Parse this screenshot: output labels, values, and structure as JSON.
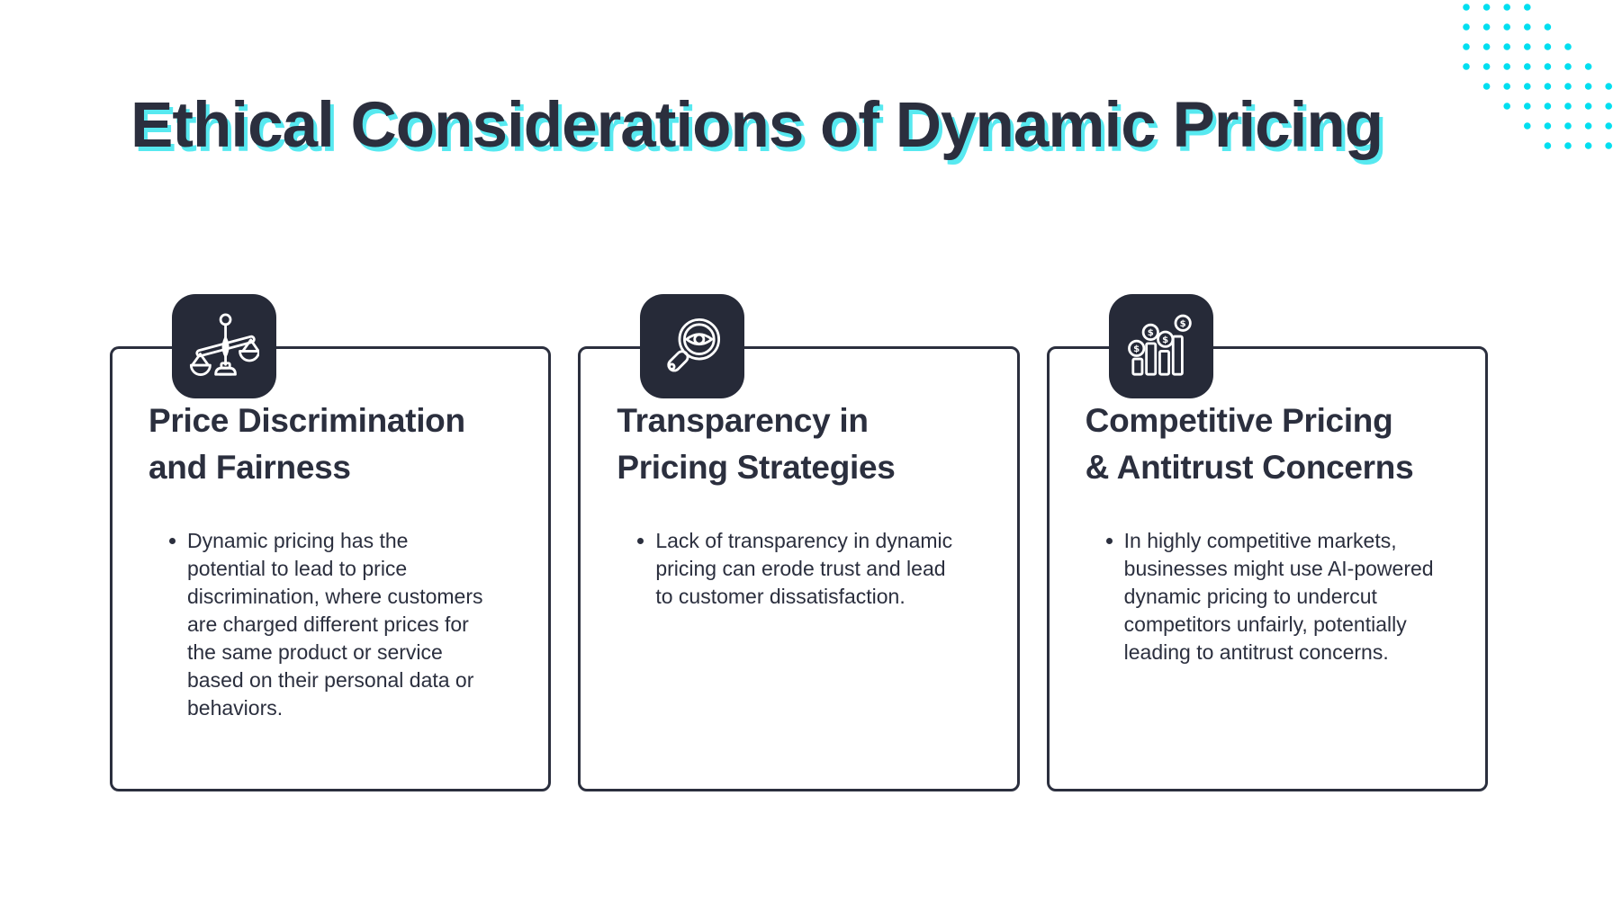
{
  "title": "Ethical Considerations of Dynamic Pricing",
  "colors": {
    "ink": "#2b2f3e",
    "icon_bg": "#262a38",
    "cyan_dots": "#00dff0",
    "cyan_shadow": "#57e9f0",
    "page_bg": "#ffffff"
  },
  "cards": [
    {
      "icon": "justice-scale",
      "heading": [
        "Price Discrimination",
        "and Fairness"
      ],
      "bullet": [
        "Dynamic pricing has the",
        "potential to lead to price",
        "discrimination, where customers",
        "are charged different prices for",
        "the same product or service",
        "based on their personal data or",
        "behaviors."
      ]
    },
    {
      "icon": "magnifier-eye",
      "heading": [
        "Transparency in",
        "Pricing Strategies"
      ],
      "bullet": [
        "Lack of transparency in dynamic",
        "pricing can erode trust and lead",
        "to customer dissatisfaction."
      ]
    },
    {
      "icon": "bar-chart-coins",
      "heading": [
        "Competitive Pricing",
        "& Antitrust Concerns"
      ],
      "bullet": [
        "In highly competitive markets,",
        "businesses might use AI-powered",
        "dynamic pricing to undercut",
        "competitors unfairly, potentially",
        "leading to antitrust concerns."
      ]
    }
  ]
}
